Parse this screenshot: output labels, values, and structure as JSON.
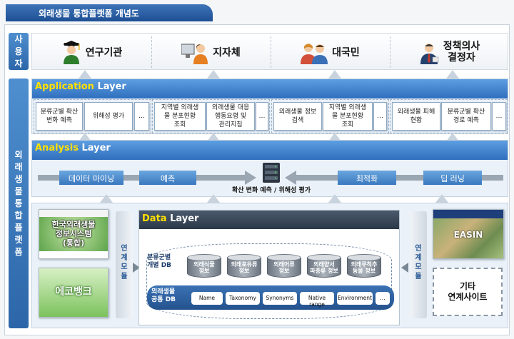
{
  "title": "외래생물 통합플랫폼 개념도",
  "side_labels": {
    "users": [
      "사",
      "용",
      "자"
    ],
    "platform": [
      "외",
      "래",
      "생",
      "물",
      "통",
      "합",
      "플",
      "랫",
      "폼"
    ]
  },
  "users": [
    {
      "label": "연구기관",
      "icon": "graduate-icon"
    },
    {
      "label": "지자체",
      "icon": "computer-worker-icon"
    },
    {
      "label": "대국민",
      "icon": "people-icon"
    },
    {
      "label": "정책의사\n결정자",
      "icon": "businessman-icon"
    }
  ],
  "application_layer": {
    "title_first": "Application",
    "title_rest": " Layer",
    "boxes": [
      "분류군별 확산\n변화 예측",
      "위해성 평가",
      "…",
      "지역별 외래생\n물 분포현황\n조회",
      "외래생물 대응\n행동요령 및\n관리지침",
      "…",
      "외래생물 정보\n검색",
      "지역별 외래생\n물 분포현황\n조회",
      "…",
      "외래생물 피해\n현황",
      "분류군별 확산\n경로 예측",
      "…"
    ]
  },
  "analysis_layer": {
    "title_first": "Analysis",
    "title_rest": " Layer",
    "boxes": [
      "데이터 마이닝",
      "예측",
      "최적화",
      "딥 러닝"
    ],
    "center_label": "확산 변화 예측 / 위해성 평가"
  },
  "data_layer": {
    "title_first": "Data",
    "title_rest": " Layer",
    "group1_label": "분류군별\n개별 DB",
    "dbs": [
      "외래식물\n정보",
      "외래포유류\n정보",
      "외래어류\n정보",
      "외래양서\n파충류 정보",
      "외래무척추\n동물 정보"
    ],
    "group2_label": "외래생물\n공통 DB",
    "fields": [
      "Name",
      "Taxonomy",
      "Synonyms",
      "Native range",
      "Environment",
      "…"
    ]
  },
  "left_sources": {
    "vertical_label": [
      "연",
      "계",
      "모",
      "듈"
    ],
    "card1": "한국외래생물\n정보시스템\n(통합)",
    "card2": "에코뱅크"
  },
  "right_sources": {
    "vertical_label": [
      "연",
      "계",
      "모",
      "듈"
    ],
    "card1": "EASIN",
    "card2": "기타\n연계사이트"
  },
  "colors": {
    "accent": "#2f6fbd",
    "yellow_title": "#ffe000",
    "db_band": "#2c5f9e"
  }
}
